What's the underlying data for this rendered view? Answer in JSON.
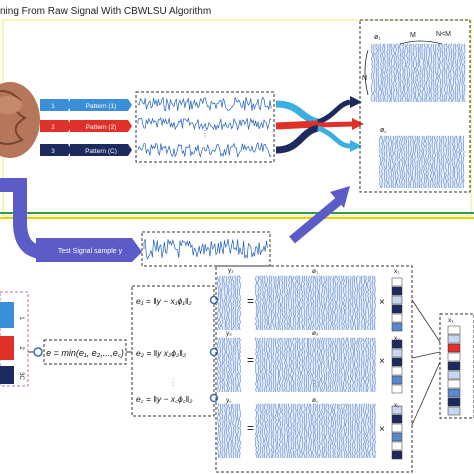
{
  "title": "ning From Raw Signal With CBWLSU Algorithm",
  "colors": {
    "signal": "#1f5fbf",
    "pattern1": "#3a8fd8",
    "pattern2": "#e0302a",
    "patternC": "#1c2a5e",
    "arrow_purple": "#5b5cc8",
    "divider_green": "#2ea043",
    "divider_yellow": "#e6d200",
    "matrix_blue": "#5a87cf"
  },
  "patterns": [
    {
      "number": "1",
      "label": "Pattern (1)"
    },
    {
      "number": "2",
      "label": "Pattern (2)"
    },
    {
      "number": "3",
      "label": "Pattern (C)"
    }
  ],
  "dictionary": {
    "phi1": "ø₁",
    "phic": "ø꜀",
    "M": "M",
    "NM": "N<M",
    "N": "N"
  },
  "test_signal_label": "Test Signal sample y",
  "selection_formula": "e = min(e₁, e₂,...,e꜀)",
  "errors": [
    {
      "e": "e₁ = ‖y − x₁ϕ₁‖₂"
    },
    {
      "e": "e₂ = ‖y   x₂ϕ₂‖₂"
    },
    {
      "e": "e꜀ = ‖y − x꜀ϕ꜀‖₂"
    }
  ],
  "rows": [
    {
      "y": "y₁",
      "phi": "ø₁",
      "x": "x₁"
    },
    {
      "y": "y₂",
      "phi": "ø₂",
      "x": "x₂"
    },
    {
      "y": "y꜀",
      "phi": "ø꜀",
      "x": "x꜀"
    }
  ],
  "right_vector_label": "x₁",
  "left_bar_labels": [
    "1",
    "2",
    "3C"
  ],
  "dots": "⋮"
}
